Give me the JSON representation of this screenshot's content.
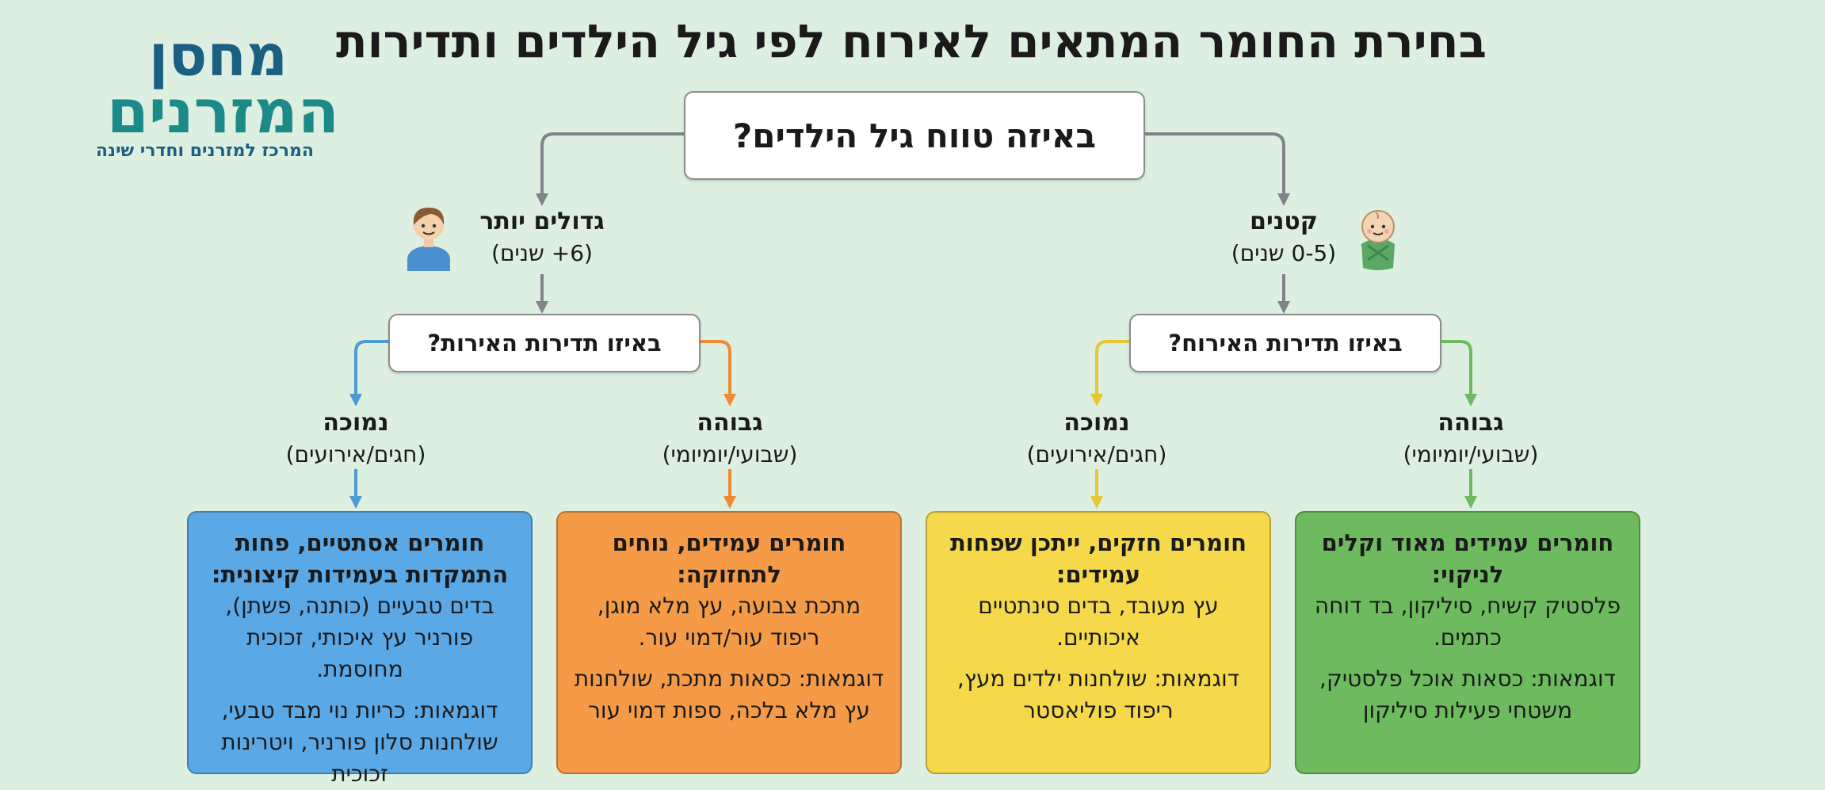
{
  "title": "בחירת החומר המתאים לאירוח לפי גיל הילדים ותדירות",
  "logo": {
    "line1": "מחסן",
    "line2": "המזרנים",
    "tagline": "המרכז למזרנים וחדרי שינה"
  },
  "root_question": "באיזה טווח גיל הילדים?",
  "age_groups": {
    "young": {
      "label": "קטנים",
      "range": "(0-5 שנים)",
      "icon": "baby-icon"
    },
    "older": {
      "label": "גדולים יותר",
      "range": "(6+ שנים)",
      "icon": "child-icon"
    }
  },
  "frequency_question": "באיזו תדירות האירוח?",
  "frequency_question_left": "באיזו תדירות האירות?",
  "branches": {
    "young_high": {
      "label": "גבוהה",
      "sub": "(שבועי/יומיומי)"
    },
    "young_low": {
      "label": "נמוכה",
      "sub": "(חגים/אירועים)"
    },
    "older_high": {
      "label": "גבוהה",
      "sub": "(שבועי/יומיומי)"
    },
    "older_low": {
      "label": "נמוכה",
      "sub": "(חגים/אירועים)"
    }
  },
  "cards": {
    "young_high": {
      "head": "חומרים עמידים מאוד וקלים לניקוי:",
      "body": "פלסטיק קשיח, סיליקון, בד דוחה כתמים.",
      "examples": "דוגמאות: כסאות אוכל פלסטיק, משטחי פעילות סיליקון"
    },
    "young_low": {
      "head": "חומרים חזקים, ייתכן שפחות עמידים:",
      "body": "עץ מעובד, בדים סינתטיים איכותיים.",
      "examples": "דוגמאות: שולחנות ילדים מעץ, ריפוד פוליאסטר"
    },
    "older_high": {
      "head": "חומרים עמידים, נוחים לתחזוקה:",
      "body": "מתכת צבועה, עץ מלא מוגן, ריפוד עור/דמוי עור.",
      "examples": "דוגמאות: כסאות מתכת, שולחנות עץ מלא בלכה, ספות דמוי עור"
    },
    "older_low": {
      "head": "חומרים אסתטיים, פחות התמקדות בעמידות קיצונית:",
      "body": "בדים טבעיים (כותנה, פשתן), פורניר עץ איכותי, זכוכית מחוסמת.",
      "examples": "דוגמאות: כריות נוי מבד טבעי, שולחנות סלון פורניר, ויטרינות זכוכית"
    }
  },
  "colors": {
    "background": "#dcefe0",
    "green": "#6dbb5e",
    "yellow": "#f6d94a",
    "orange": "#f59b47",
    "blue": "#5aa8e6",
    "connector_gray": "#808488"
  }
}
